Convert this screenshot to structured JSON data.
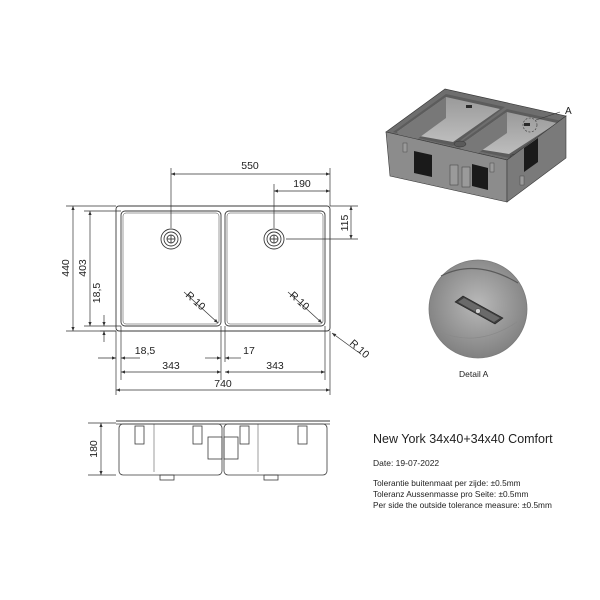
{
  "title": "New York 34x40+34x40 Comfort",
  "date": "Date: 19-07-2022",
  "tolerance": [
    "Tolerantie buitenmaat per zijde: ±0.5mm",
    "Toleranz Aussenmasse pro Seite: ±0.5mm",
    "Per side the outside tolerance measure: ±0.5mm"
  ],
  "dimensions": {
    "d550": "550",
    "d190": "190",
    "d115": "115",
    "d440": "440",
    "d403": "403",
    "d18_5_v": "18,5",
    "d18_5_h": "18,5",
    "d17": "17",
    "d343_left": "343",
    "d343_right": "343",
    "d740": "740",
    "d180": "180",
    "r10_left": "R 10",
    "r10_right": "R 10",
    "r10_outer": "R 10"
  },
  "detail_label": "Detail A",
  "callout_label": "A",
  "colors": {
    "line": "#3a3a3a",
    "sink_steel": "#8a8a8a",
    "sink_dark": "#4a4a4a",
    "sink_inner": "#a9a9a9",
    "sink_black": "#1a1a1a"
  }
}
